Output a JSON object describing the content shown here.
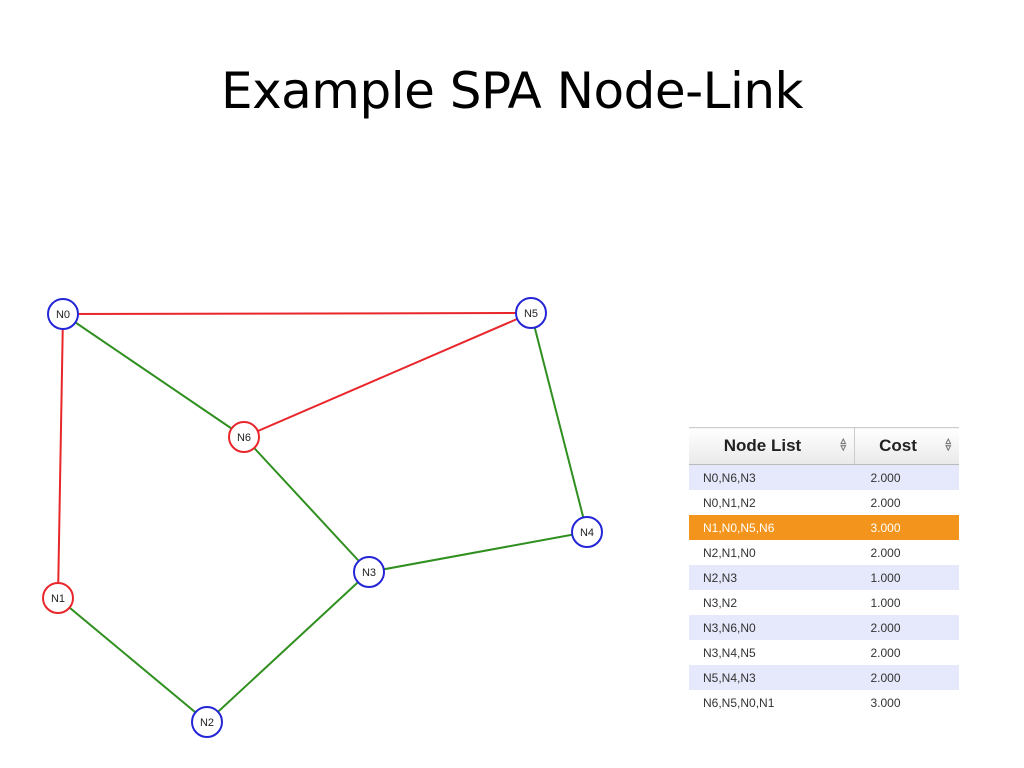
{
  "title": "Example SPA Node-Link",
  "colors": {
    "red_link": "#e8262b",
    "green_link": "#2f8f1f",
    "blue_node": "#2525d8",
    "red_node": "#e8262b",
    "selected_row": "#f3951c"
  },
  "graph": {
    "nodes": [
      {
        "id": "N0",
        "label": "N0",
        "color": "blue"
      },
      {
        "id": "N1",
        "label": "N1",
        "color": "red"
      },
      {
        "id": "N2",
        "label": "N2",
        "color": "blue"
      },
      {
        "id": "N3",
        "label": "N3",
        "color": "blue"
      },
      {
        "id": "N4",
        "label": "N4",
        "color": "blue"
      },
      {
        "id": "N5",
        "label": "N5",
        "color": "blue"
      },
      {
        "id": "N6",
        "label": "N6",
        "color": "red"
      }
    ],
    "links": [
      {
        "from": "N0",
        "to": "N5",
        "color": "red"
      },
      {
        "from": "N0",
        "to": "N1",
        "color": "red"
      },
      {
        "from": "N5",
        "to": "N6",
        "color": "red"
      },
      {
        "from": "N0",
        "to": "N6",
        "color": "green"
      },
      {
        "from": "N6",
        "to": "N3",
        "color": "green"
      },
      {
        "from": "N5",
        "to": "N4",
        "color": "green"
      },
      {
        "from": "N4",
        "to": "N3",
        "color": "green"
      },
      {
        "from": "N3",
        "to": "N2",
        "color": "green"
      },
      {
        "from": "N1",
        "to": "N2",
        "color": "green"
      }
    ]
  },
  "table": {
    "headers": {
      "node_list": "Node List",
      "cost": "Cost"
    },
    "sort_icon": "⬍",
    "rows": [
      {
        "nodes": "N0,N6,N3",
        "cost": "2.000",
        "selected": false
      },
      {
        "nodes": "N0,N1,N2",
        "cost": "2.000",
        "selected": false
      },
      {
        "nodes": "N1,N0,N5,N6",
        "cost": "3.000",
        "selected": true
      },
      {
        "nodes": "N2,N1,N0",
        "cost": "2.000",
        "selected": false
      },
      {
        "nodes": "N2,N3",
        "cost": "1.000",
        "selected": false
      },
      {
        "nodes": "N3,N2",
        "cost": "1.000",
        "selected": false
      },
      {
        "nodes": "N3,N6,N0",
        "cost": "2.000",
        "selected": false
      },
      {
        "nodes": "N3,N4,N5",
        "cost": "2.000",
        "selected": false
      },
      {
        "nodes": "N5,N4,N3",
        "cost": "2.000",
        "selected": false
      },
      {
        "nodes": "N6,N5,N0,N1",
        "cost": "3.000",
        "selected": false
      }
    ]
  }
}
